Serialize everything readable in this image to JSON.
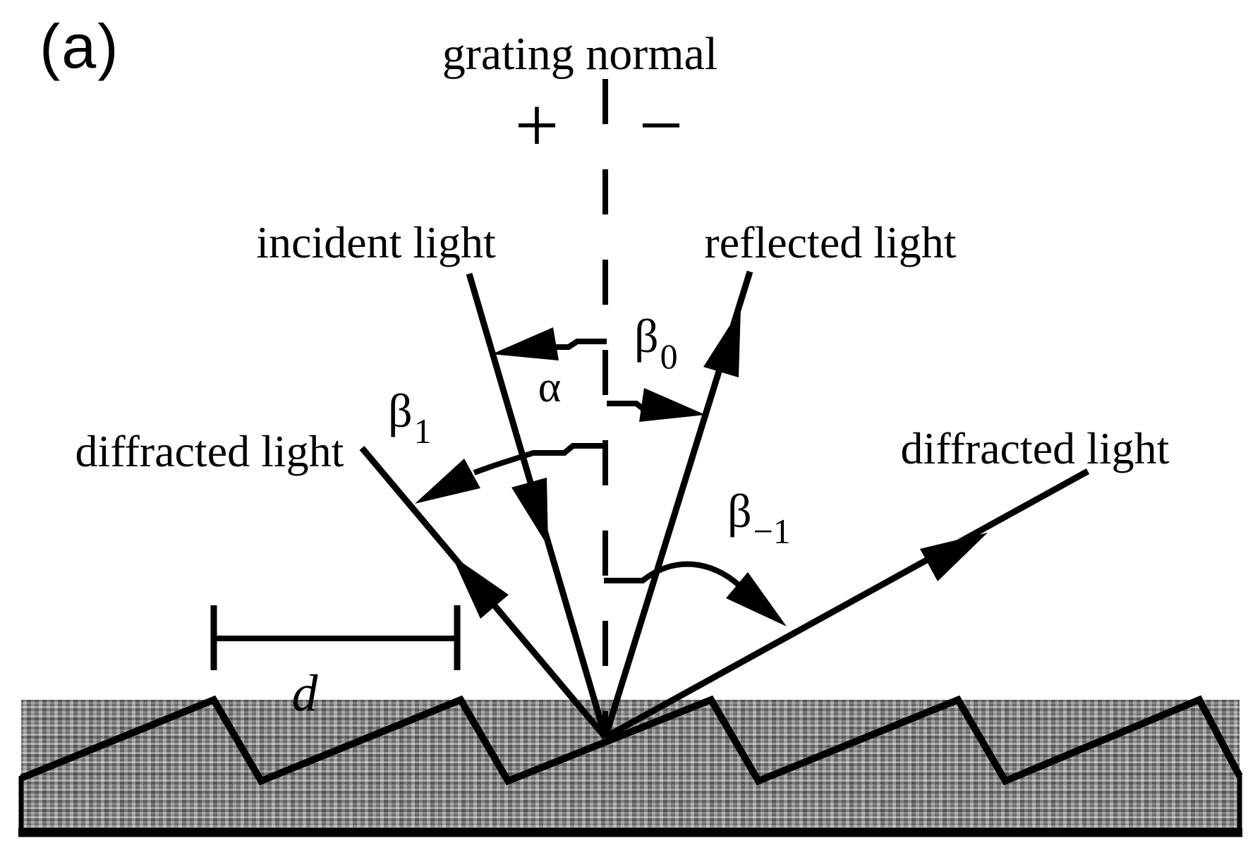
{
  "figure": {
    "panel_label": "(a)"
  },
  "labels": {
    "grating_normal": "grating normal",
    "incident_light": "incident light",
    "reflected_light": "reflected light",
    "diffracted_light_left": "diffracted light",
    "diffracted_light_right": "diffracted light",
    "plus_sign": "+",
    "minus_sign": "−",
    "groove_spacing": "d"
  },
  "angles": {
    "alpha": {
      "base": "α",
      "subscript": ""
    },
    "beta_0": {
      "base": "β",
      "subscript": "0"
    },
    "beta_1": {
      "base": "β",
      "subscript": "1"
    },
    "beta_minus_1": {
      "base": "β",
      "subscript": "−1"
    }
  },
  "colors": {
    "ink": "#000000",
    "background": "#ffffff",
    "grating_fill_mid": "#8e8e8e",
    "grating_fill_dark": "#6b6b6b",
    "grating_fill_light": "#ababab"
  }
}
